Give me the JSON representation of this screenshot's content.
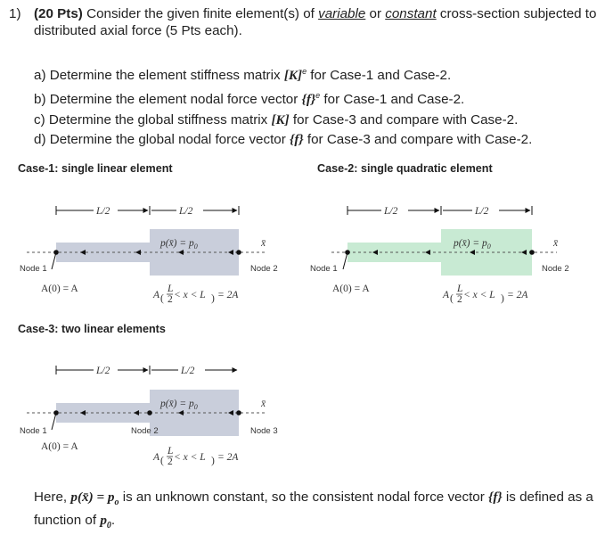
{
  "question": {
    "number": "1)",
    "points": "(20 Pts)",
    "text_1": " Consider the given finite element(s) of ",
    "variable": "variable",
    "text_or": " or ",
    "constant": "constant",
    "text_2": " cross-section subjected to distributed axial force (5 Pts each)."
  },
  "parts": [
    {
      "prefix": "a)  Determine the element stiffness matrix ",
      "sym": "[K]",
      "sup": "e",
      "suffix": " for Case-1 and Case-2."
    },
    {
      "prefix": "b)  Determine the element nodal force vector ",
      "sym": "{f}",
      "sup": "e",
      "suffix": " for Case-1 and Case-2."
    },
    {
      "prefix": "c)  Determine the global stiffness matrix ",
      "sym": "[K]",
      "sup": "",
      "suffix": " for Case-3 and compare with Case-2."
    },
    {
      "prefix": "d)  Determine the global nodal force vector ",
      "sym": "{f}",
      "sup": "",
      "suffix": " for Case-3 and compare with Case-2."
    }
  ],
  "cases": {
    "case1": {
      "title": "Case-1: single linear element",
      "node_a": "Node 1",
      "node_b": "Node 2",
      "area_left": "A(0) = A"
    },
    "case2": {
      "title": "Case-2: single quadratic element",
      "node_a": "Node 1",
      "node_b": "Node 2",
      "area_left": "A(0) = A"
    },
    "case3": {
      "title": "Case-3: two linear elements",
      "node_a": "Node 1",
      "node_b": "Node 2",
      "node_c": "Node 3",
      "area_left": "A(0) = A"
    }
  },
  "diagram": {
    "half_length": "L/2",
    "load": "p(x̄) = p",
    "load_sub": "0",
    "axis": "x̄",
    "area_right_prefix": "A",
    "area_right_mid": " < x < L",
    "area_right_value": " = 2A",
    "frac_num": "L",
    "frac_den": "2"
  },
  "colors": {
    "bar_case1": "#c9cedb",
    "bar_case2": "#c8ead3",
    "bar_case3": "#c9cedb"
  },
  "note": {
    "text_1": "Here, ",
    "eq_lhs": "p(x̄) = p",
    "eq_sub": "o",
    "text_2": " is an unknown constant, so the consistent nodal force vector ",
    "vec": "{f}",
    "text_3": " is defined as a function of ",
    "p0": "p",
    "p0_sub": "0",
    "end": "."
  }
}
